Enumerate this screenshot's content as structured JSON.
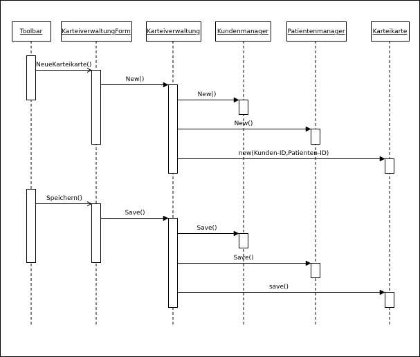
{
  "diagram": {
    "type": "uml-sequence",
    "participants": [
      {
        "id": "toolbar",
        "name": "Toolbar"
      },
      {
        "id": "form",
        "name": "KarteiverwaltungForm"
      },
      {
        "id": "kv",
        "name": "Karteiverwaltung"
      },
      {
        "id": "km",
        "name": "Kundenmanager"
      },
      {
        "id": "pm",
        "name": "Patientenmanager"
      },
      {
        "id": "kk",
        "name": "Karteikarte"
      }
    ],
    "messages": [
      {
        "from": "toolbar",
        "to": "form",
        "label": "NeueKarteikarte()",
        "kind": "async"
      },
      {
        "from": "form",
        "to": "kv",
        "label": "New()",
        "kind": "sync"
      },
      {
        "from": "kv",
        "to": "km",
        "label": "New()",
        "kind": "sync"
      },
      {
        "from": "kv",
        "to": "pm",
        "label": "New()",
        "kind": "sync"
      },
      {
        "from": "kv",
        "to": "kk",
        "label": "new(Kunden-ID,Patienten-ID)",
        "kind": "sync"
      },
      {
        "from": "toolbar",
        "to": "form",
        "label": "Speichern()",
        "kind": "async"
      },
      {
        "from": "form",
        "to": "kv",
        "label": "Save()",
        "kind": "sync"
      },
      {
        "from": "kv",
        "to": "km",
        "label": "Save()",
        "kind": "sync"
      },
      {
        "from": "kv",
        "to": "pm",
        "label": "Save()",
        "kind": "sync"
      },
      {
        "from": "kv",
        "to": "kk",
        "label": "save()",
        "kind": "sync"
      }
    ]
  }
}
